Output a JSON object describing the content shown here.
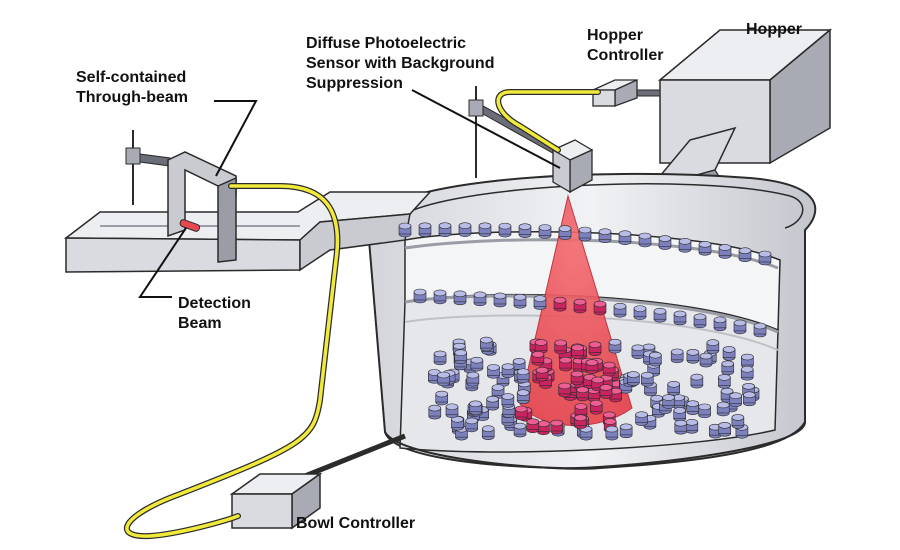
{
  "labels": {
    "through_beam": [
      "Self-contained",
      "Through-beam"
    ],
    "detection_beam": [
      "Detection",
      "Beam"
    ],
    "diffuse_sensor": [
      "Diffuse Photoelectric",
      "Sensor with Background",
      "Suppression"
    ],
    "hopper_controller": [
      "Hopper",
      "Controller"
    ],
    "hopper": "Hopper",
    "bowl_controller": "Bowl Controller"
  },
  "colors": {
    "outline": "#2b2b2b",
    "metal_light": "#e8e9ed",
    "metal_mid": "#c9cbd1",
    "metal_dark": "#9a9ca6",
    "cable": "#f2ea3a",
    "beam": "#e8474f",
    "part": "#8a8fc7",
    "part_lit": "#d0246d"
  }
}
